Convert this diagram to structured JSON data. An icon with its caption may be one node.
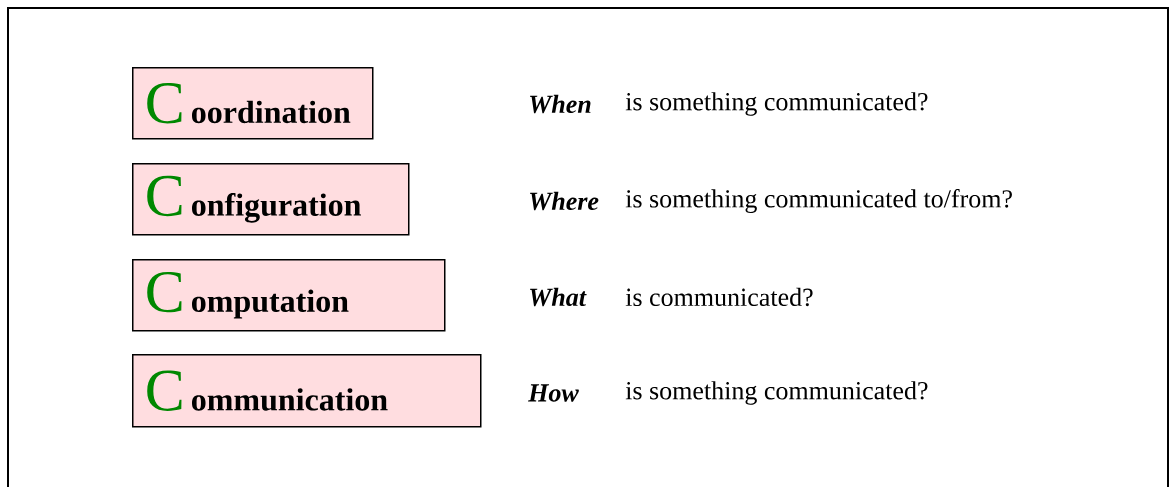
{
  "diagram": {
    "nodes": [
      {
        "text": [
          "C",
          "oordination"
        ]
      },
      {
        "text": [
          "C",
          "onfiguration"
        ]
      },
      {
        "text": [
          "C",
          "omputation"
        ]
      },
      {
        "text": [
          "C",
          "ommunication"
        ]
      }
    ],
    "labels": [
      "When",
      "is something communicated?",
      "Where",
      "is something communicated to/from?",
      "What",
      "is communicated?",
      "How",
      "is something communicated?"
    ]
  }
}
